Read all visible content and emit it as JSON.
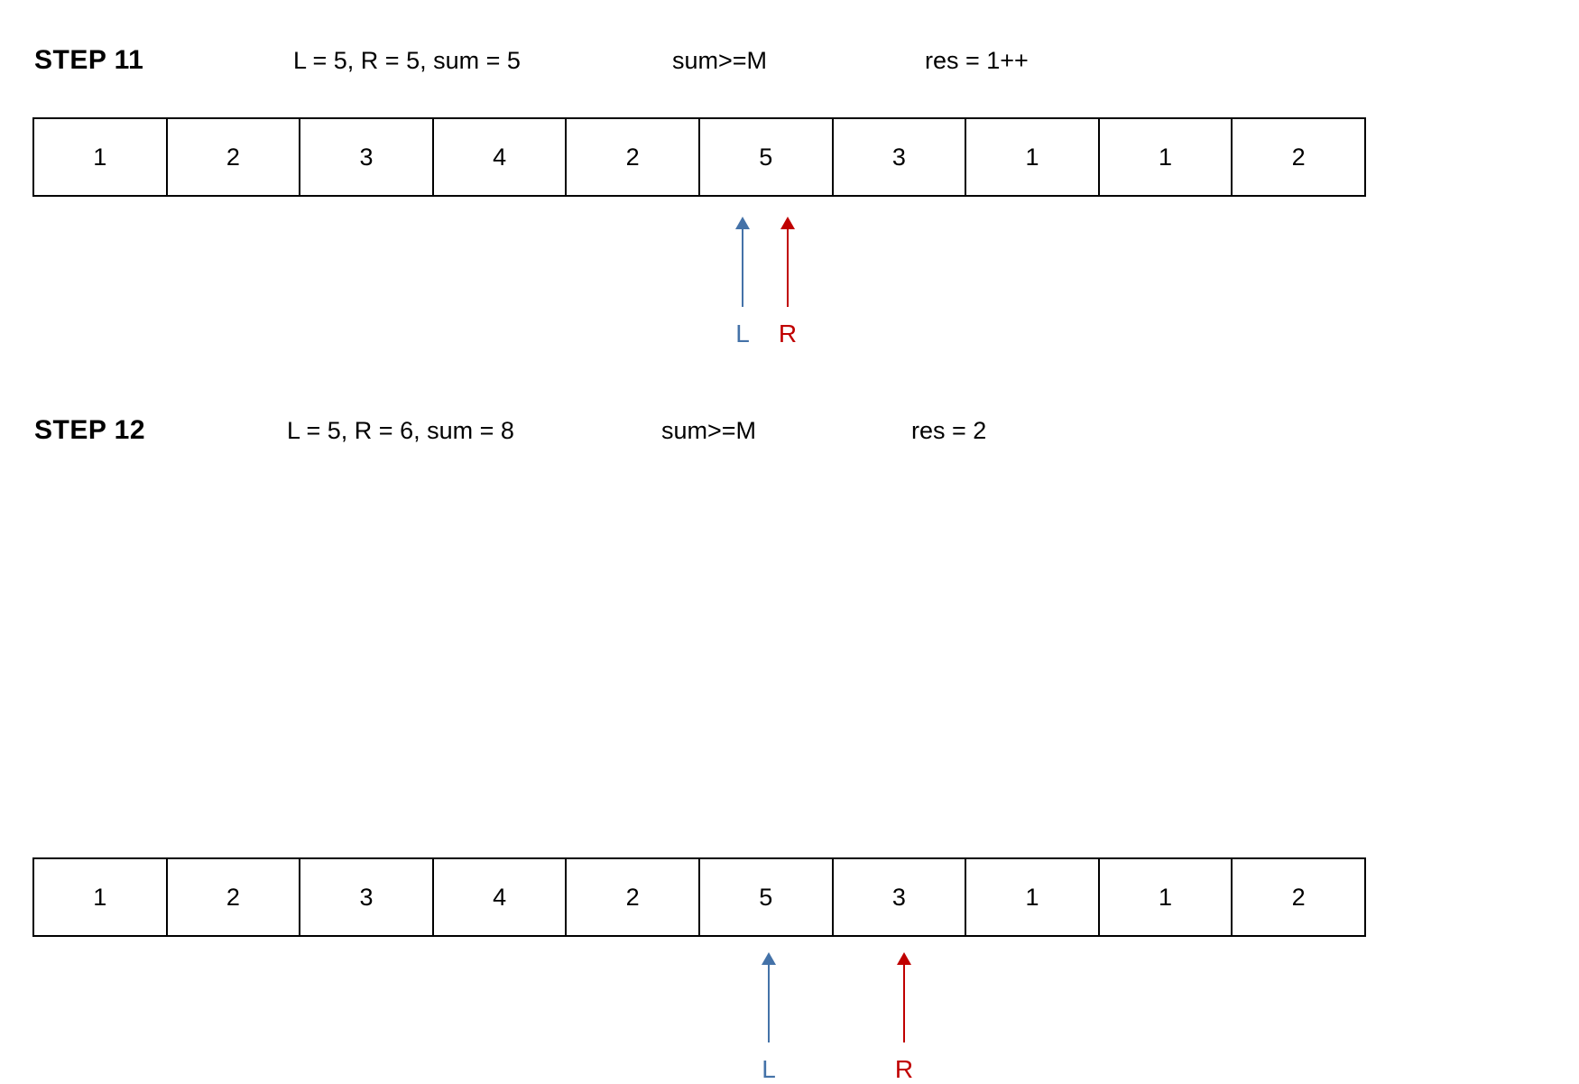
{
  "colors": {
    "background": "#ffffff",
    "text": "#000000",
    "border": "#000000",
    "left_pointer": "#4472a8",
    "right_pointer": "#c00000"
  },
  "steps": [
    {
      "title": "STEP 11",
      "state": "L = 5, R = 5, sum = 5",
      "condition": "sum>=M",
      "result": "res = 1++",
      "array": [
        "1",
        "2",
        "3",
        "4",
        "2",
        "5",
        "3",
        "1",
        "1",
        "2"
      ],
      "pointers": {
        "left": {
          "label": "L",
          "index": 5
        },
        "right": {
          "label": "R",
          "index": 5
        }
      }
    },
    {
      "title": "STEP 12",
      "state": "L = 5, R = 6, sum = 8",
      "condition": "sum>=M",
      "result": "res = 2",
      "array": [
        "1",
        "2",
        "3",
        "4",
        "2",
        "5",
        "3",
        "1",
        "1",
        "2"
      ],
      "pointers": {
        "left": {
          "label": "L",
          "index": 5
        },
        "right": {
          "label": "R",
          "index": 6
        }
      }
    }
  ]
}
